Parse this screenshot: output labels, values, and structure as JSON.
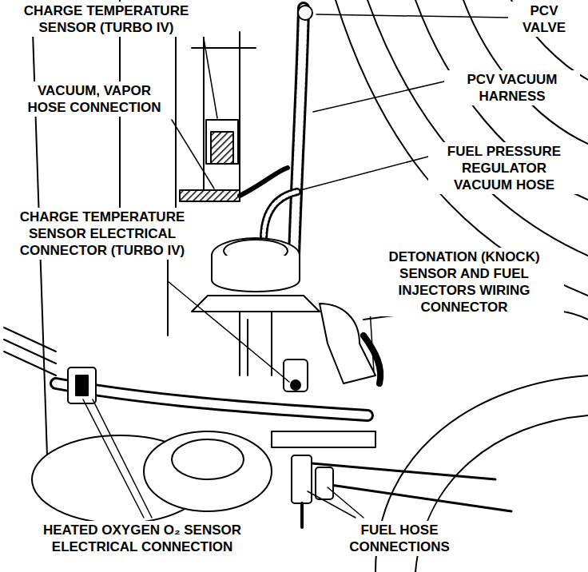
{
  "diagram": {
    "labels": [
      "CHARGE TEMPERATURE SENSOR (TURBO IV)",
      "PCV VALVE",
      "VACUUM, VAPOR HOSE CONNECTION",
      "PCV VACUUM HARNESS",
      "FUEL PRESSURE REGULATOR VACUUM HOSE",
      "CHARGE TEMPERATURE SENSOR ELECTRICAL CONNECTOR (TURBO IV)",
      "DETONATION (KNOCK) SENSOR AND FUEL INJECTORS WIRING CONNECTOR",
      "HEATED OXYGEN O₂ SENSOR ELECTRICAL CONNECTION",
      "FUEL HOSE CONNECTIONS"
    ]
  }
}
